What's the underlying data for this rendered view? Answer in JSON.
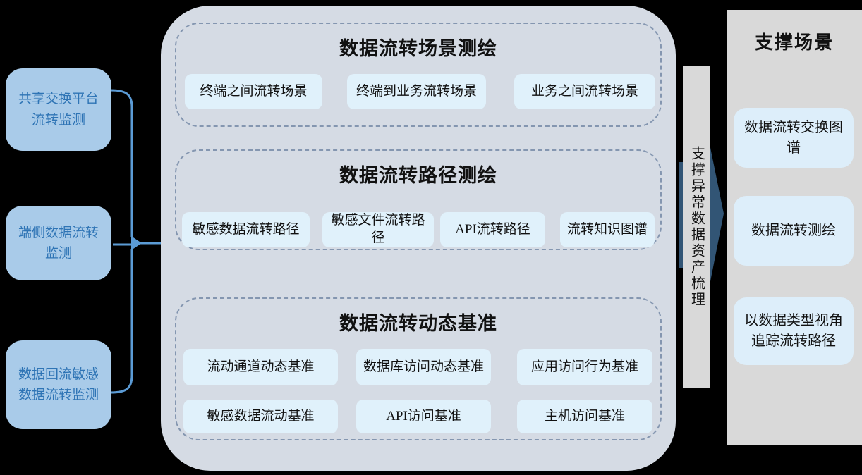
{
  "colors": {
    "background": "#000000",
    "container_fill": "#d5dbe4",
    "dashed_border": "#8496b0",
    "node_fill": "#e0f1fb",
    "source_box_fill": "#a9cbe9",
    "source_text": "#2e74b5",
    "brace_line": "#5b9bd5",
    "gray_panel": "#d9d9d9",
    "arrow_fill": "#5b9bd5"
  },
  "left_panel": {
    "items": [
      {
        "label": "共享交换平台流转监测"
      },
      {
        "label": "端侧数据流转监测"
      },
      {
        "label": "数据回流敏感数据流转监测"
      }
    ]
  },
  "center": {
    "sections": [
      {
        "title": "数据流转场景测绘",
        "items": [
          "终端之间流转场景",
          "终端到业务流转场景",
          "业务之间流转场景"
        ]
      },
      {
        "title": "数据流转路径测绘",
        "items": [
          "敏感数据流转路径",
          "敏感文件流转路径",
          "API流转路径",
          "流转知识图谱"
        ]
      },
      {
        "title": "数据流转动态基准",
        "items": [
          "流动通道动态基准",
          "数据库访问动态基准",
          "应用访问行为基准",
          "敏感数据流动基准",
          "API访问基准",
          "主机访问基准"
        ]
      }
    ]
  },
  "support_bar": {
    "label": "支撑异常数据资产梳理"
  },
  "right_panel": {
    "title": "支撑场景",
    "items": [
      "数据流转交换图谱",
      "数据流转测绘",
      "以数据类型视角追踪流转路径"
    ]
  }
}
